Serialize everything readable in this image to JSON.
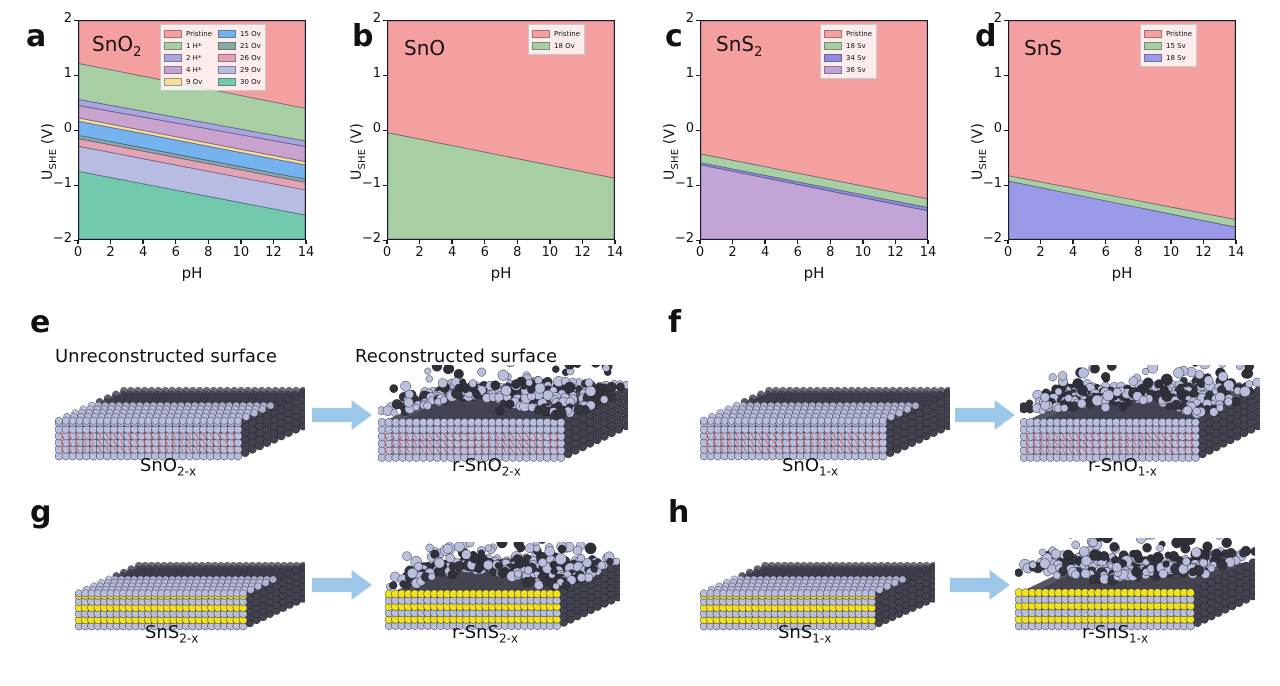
{
  "figure": {
    "panels_top": [
      "a",
      "b",
      "c",
      "d"
    ],
    "panels_bottom": [
      "e",
      "f",
      "g",
      "h"
    ]
  },
  "axes": {
    "xlabel": "pH",
    "ylabel_main": "U",
    "ylabel_sub": "SHE",
    "ylabel_unit": " (V)",
    "xticks": [
      "0",
      "2",
      "4",
      "6",
      "8",
      "10",
      "12",
      "14"
    ],
    "yticks": [
      "2",
      "1",
      "0",
      "−1",
      "−2"
    ],
    "xlim": [
      0,
      14
    ],
    "ylim": [
      -2,
      2
    ]
  },
  "colors": {
    "pristine": "#f4a0a0",
    "green": "#a8cfa4",
    "purple_blue": "#a9a5e0",
    "orchid": "#c9a2ce",
    "yellow": "#f5dda0",
    "blue": "#74b3ef",
    "teal_gray": "#8aa8a5",
    "rose": "#e3a3b4",
    "lavender": "#b8bbe2",
    "teal": "#72c9ae",
    "sns2_purple": "#c3a4d6",
    "sns_blue": "#9a9ae8",
    "arrow": "#9dc7e8",
    "sulfur": "#f2e21c",
    "tin": "#b8bedb",
    "outline": "#1a1a2e"
  },
  "chart_data": [
    {
      "type": "area",
      "panel": "a",
      "title": "SnO2",
      "title_base": "SnO",
      "title_sub": "2",
      "xlabel": "pH",
      "ylabel": "U_SHE (V)",
      "xlim": [
        0,
        14
      ],
      "ylim": [
        -2,
        2
      ],
      "grid": false,
      "legend_position": "upper-right",
      "legend_columns": 2,
      "series": [
        {
          "name": "Pristine",
          "color": "#f4a0a0",
          "boundary_top": 2.0,
          "boundary_at_pH0": 1.22,
          "boundary_at_pH14": 0.4
        },
        {
          "name": "1 H*",
          "color": "#a8cfa4",
          "boundary_at_pH0": 0.56,
          "boundary_at_pH14": -0.2
        },
        {
          "name": "2 H*",
          "color": "#a9a5e0",
          "boundary_at_pH0": 0.45,
          "boundary_at_pH14": -0.3
        },
        {
          "name": "4 H*",
          "color": "#c9a2ce",
          "boundary_at_pH0": 0.22,
          "boundary_at_pH14": -0.58
        },
        {
          "name": "9 Ov",
          "color": "#f5dda0",
          "boundary_at_pH0": 0.16,
          "boundary_at_pH14": -0.64
        },
        {
          "name": "15 Ov",
          "color": "#74b3ef",
          "boundary_at_pH0": -0.1,
          "boundary_at_pH14": -0.9
        },
        {
          "name": "21 Ov",
          "color": "#8aa8a5",
          "boundary_at_pH0": -0.16,
          "boundary_at_pH14": -0.96
        },
        {
          "name": "26 Ov",
          "color": "#e3a3b4",
          "boundary_at_pH0": -0.3,
          "boundary_at_pH14": -1.1
        },
        {
          "name": "29 Ov",
          "color": "#b8bbe2",
          "boundary_at_pH0": -0.76,
          "boundary_at_pH14": -1.56
        },
        {
          "name": "30 Ov",
          "color": "#72c9ae",
          "boundary_bottom": -2.0
        }
      ]
    },
    {
      "type": "area",
      "panel": "b",
      "title": "SnO",
      "title_base": "SnO",
      "title_sub": "",
      "xlabel": "pH",
      "ylabel": "U_SHE (V)",
      "xlim": [
        0,
        14
      ],
      "ylim": [
        -2,
        2
      ],
      "grid": false,
      "legend_position": "upper-right",
      "legend_columns": 1,
      "series": [
        {
          "name": "Pristine",
          "color": "#f4a0a0",
          "boundary_at_pH0": -0.05,
          "boundary_at_pH14": -0.88
        },
        {
          "name": "18 Ov",
          "color": "#a8cfa4",
          "boundary_bottom": -2.0
        }
      ]
    },
    {
      "type": "area",
      "panel": "c",
      "title": "SnS2",
      "title_base": "SnS",
      "title_sub": "2",
      "xlabel": "pH",
      "ylabel": "U_SHE (V)",
      "xlim": [
        0,
        14
      ],
      "ylim": [
        -2,
        2
      ],
      "grid": false,
      "legend_position": "upper-right",
      "legend_columns": 1,
      "series": [
        {
          "name": "Pristine",
          "color": "#f4a0a0",
          "boundary_at_pH0": -0.44,
          "boundary_at_pH14": -1.26
        },
        {
          "name": "18 Sv",
          "color": "#a8cfa4",
          "boundary_at_pH0": -0.6,
          "boundary_at_pH14": -1.42
        },
        {
          "name": "34 Sv",
          "color": "#8f8ce0",
          "boundary_at_pH0": -0.64,
          "boundary_at_pH14": -1.48
        },
        {
          "name": "36 Sv",
          "color": "#c3a4d6",
          "boundary_bottom": -2.0
        }
      ]
    },
    {
      "type": "area",
      "panel": "d",
      "title": "SnS",
      "title_base": "SnS",
      "title_sub": "",
      "xlabel": "pH",
      "ylabel": "U_SHE (V)",
      "xlim": [
        0,
        14
      ],
      "ylim": [
        -2,
        2
      ],
      "grid": false,
      "legend_position": "upper-right",
      "legend_columns": 1,
      "series": [
        {
          "name": "Pristine",
          "color": "#f4a0a0",
          "boundary_at_pH0": -0.84,
          "boundary_at_pH14": -1.64
        },
        {
          "name": "15 Sv",
          "color": "#a8cfa4",
          "boundary_at_pH0": -0.94,
          "boundary_at_pH14": -1.78
        },
        {
          "name": "18 Sv",
          "color": "#9a9ae8",
          "boundary_bottom": -2.0
        }
      ]
    }
  ],
  "panel_a": {
    "letter": "a",
    "formula_base": "SnO",
    "formula_sub": "2",
    "legend_col1": [
      {
        "label": "Pristine",
        "color": "#f4a0a0"
      },
      {
        "label": "1 H*",
        "color": "#a8cfa4"
      },
      {
        "label": "2 H*",
        "color": "#a9a5e0"
      },
      {
        "label": "4 H*",
        "color": "#c9a2ce"
      },
      {
        "label": "9 Ov",
        "color": "#f5dda0"
      }
    ],
    "legend_col2": [
      {
        "label": "15 Ov",
        "color": "#74b3ef"
      },
      {
        "label": "21 Ov",
        "color": "#8aa8a5"
      },
      {
        "label": "26 Ov",
        "color": "#e3a3b4"
      },
      {
        "label": "29 Ov",
        "color": "#b8bbe2"
      },
      {
        "label": "30 Ov",
        "color": "#72c9ae"
      }
    ]
  },
  "panel_b": {
    "letter": "b",
    "formula_base": "SnO",
    "formula_sub": "",
    "legend_col1": [
      {
        "label": "Pristine",
        "color": "#f4a0a0"
      },
      {
        "label": "18 Ov",
        "color": "#a8cfa4"
      }
    ]
  },
  "panel_c": {
    "letter": "c",
    "formula_base": "SnS",
    "formula_sub": "2",
    "legend_col1": [
      {
        "label": "Pristine",
        "color": "#f4a0a0"
      },
      {
        "label": "18 Sv",
        "color": "#a8cfa4"
      },
      {
        "label": "34 Sv",
        "color": "#8f8ce0"
      },
      {
        "label": "36 Sv",
        "color": "#c3a4d6"
      }
    ]
  },
  "panel_d": {
    "letter": "d",
    "formula_base": "SnS",
    "formula_sub": "",
    "legend_col1": [
      {
        "label": "Pristine",
        "color": "#f4a0a0"
      },
      {
        "label": "15 Sv",
        "color": "#a8cfa4"
      },
      {
        "label": "18 Sv",
        "color": "#9a9ae8"
      }
    ]
  },
  "panel_e": {
    "letter": "e",
    "title_left": "Unreconstructed surface",
    "title_right": "Reconstructed surface",
    "caption_left_base": "SnO",
    "caption_left_sub": "2-x",
    "caption_right_base": "r-SnO",
    "caption_right_sub": "2-x"
  },
  "panel_f": {
    "letter": "f",
    "caption_left_base": "SnO",
    "caption_left_sub": "1-x",
    "caption_right_base": "r-SnO",
    "caption_right_sub": "1-x"
  },
  "panel_g": {
    "letter": "g",
    "caption_left_base": "SnS",
    "caption_left_sub": "2-x",
    "caption_right_base": "r-SnS",
    "caption_right_sub": "2-x"
  },
  "panel_h": {
    "letter": "h",
    "caption_left_base": "SnS",
    "caption_left_sub": "1-x",
    "caption_right_base": "r-SnS",
    "caption_right_sub": "1-x"
  }
}
